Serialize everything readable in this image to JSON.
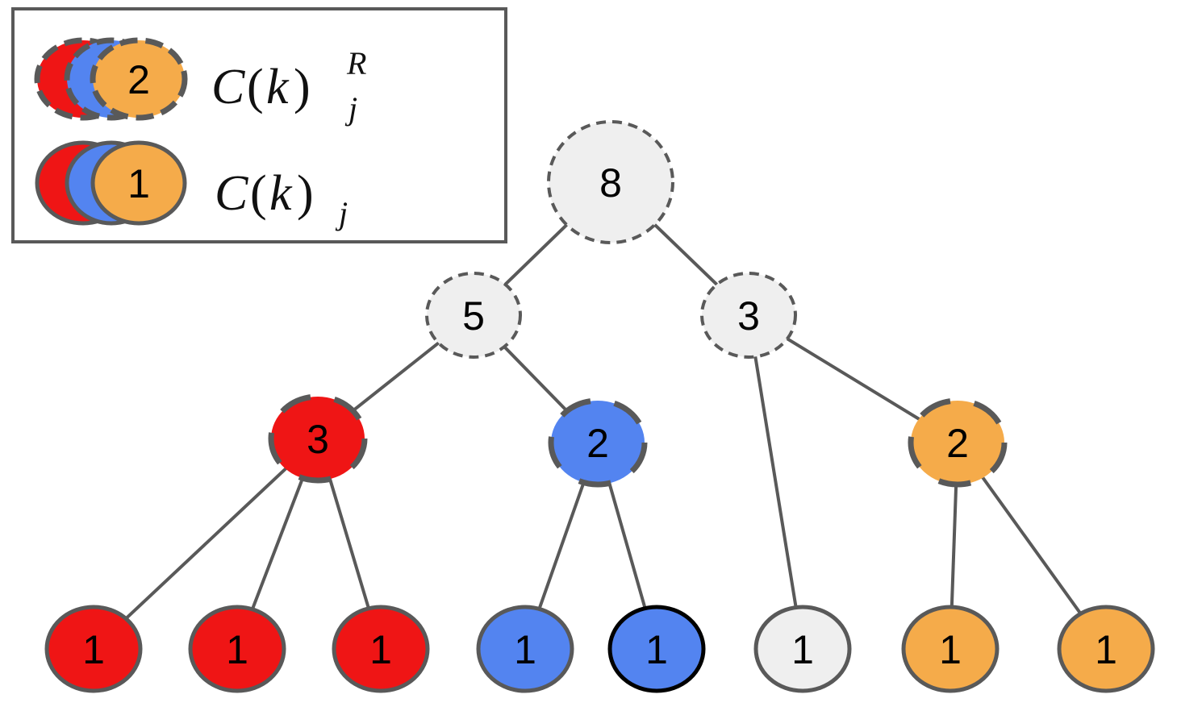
{
  "colors": {
    "red": "#ef1515",
    "blue": "#5384f0",
    "orange": "#f5ab4a",
    "gray": "#efefef",
    "edge": "#595959",
    "dashed_border": "#595959",
    "emphasized_border": "#000000"
  },
  "legend": {
    "reduced_example_value": "2",
    "reduced_math": {
      "base": "C",
      "open": "(",
      "var": "k",
      "close": ")",
      "sub": "j",
      "sup": "R"
    },
    "full_example_value": "1",
    "full_math": {
      "base": "C",
      "open": "(",
      "var": "k",
      "close": ")",
      "sub": "j"
    }
  },
  "tree": {
    "nodes": [
      {
        "id": "root",
        "value": "8",
        "color": "gray",
        "border": "dashed"
      },
      {
        "id": "l1-left",
        "value": "5",
        "color": "gray",
        "border": "dashed"
      },
      {
        "id": "l1-right",
        "value": "3",
        "color": "gray",
        "border": "dashed"
      },
      {
        "id": "l2-red",
        "value": "3",
        "color": "red",
        "border": "dashed-thick"
      },
      {
        "id": "l2-blue",
        "value": "2",
        "color": "blue",
        "border": "dashed-thick"
      },
      {
        "id": "l2-orange",
        "value": "2",
        "color": "orange",
        "border": "dashed-thick"
      },
      {
        "id": "leaf-red-1",
        "value": "1",
        "color": "red",
        "border": "solid"
      },
      {
        "id": "leaf-red-2",
        "value": "1",
        "color": "red",
        "border": "solid"
      },
      {
        "id": "leaf-red-3",
        "value": "1",
        "color": "red",
        "border": "solid"
      },
      {
        "id": "leaf-blue-1",
        "value": "1",
        "color": "blue",
        "border": "solid"
      },
      {
        "id": "leaf-blue-2",
        "value": "1",
        "color": "blue",
        "border": "solid-emphasized"
      },
      {
        "id": "leaf-gray-1",
        "value": "1",
        "color": "gray",
        "border": "solid"
      },
      {
        "id": "leaf-orange-1",
        "value": "1",
        "color": "orange",
        "border": "solid"
      },
      {
        "id": "leaf-orange-2",
        "value": "1",
        "color": "orange",
        "border": "solid"
      }
    ],
    "edges": [
      [
        "root",
        "l1-left"
      ],
      [
        "root",
        "l1-right"
      ],
      [
        "l1-left",
        "l2-red"
      ],
      [
        "l1-left",
        "l2-blue"
      ],
      [
        "l1-right",
        "leaf-gray-1"
      ],
      [
        "l1-right",
        "l2-orange"
      ],
      [
        "l2-red",
        "leaf-red-1"
      ],
      [
        "l2-red",
        "leaf-red-2"
      ],
      [
        "l2-red",
        "leaf-red-3"
      ],
      [
        "l2-blue",
        "leaf-blue-1"
      ],
      [
        "l2-blue",
        "leaf-blue-2"
      ],
      [
        "l2-orange",
        "leaf-orange-1"
      ],
      [
        "l2-orange",
        "leaf-orange-2"
      ]
    ]
  }
}
